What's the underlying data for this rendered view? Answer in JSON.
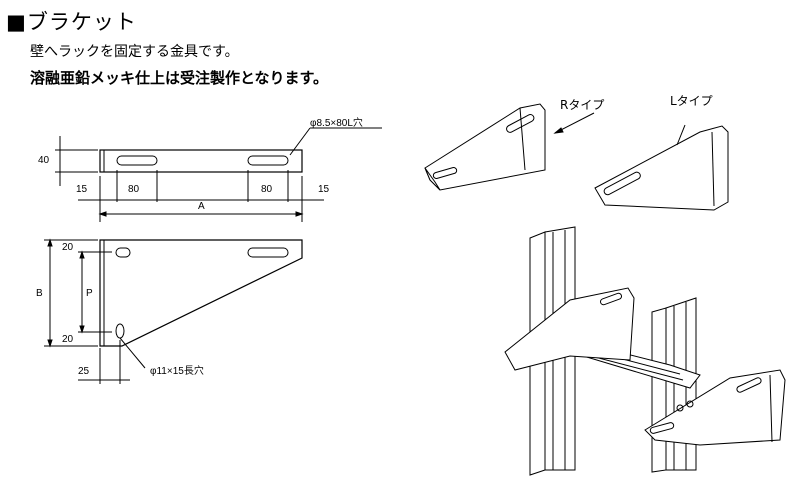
{
  "header": {
    "title": "■ブラケット",
    "description": "壁へラックを固定する金具です。",
    "note": "溶融亜鉛メッキ仕上は受注製作となります。"
  },
  "drawing": {
    "dim_40": "40",
    "dim_15_left": "15",
    "dim_80_left": "80",
    "dim_a": "A",
    "dim_80_right": "80",
    "dim_15_right": "15",
    "dim_hole_top": "φ8.5×80L穴",
    "dim_20_top": "20",
    "dim_b": "B",
    "dim_p": "P",
    "dim_20_bottom": "20",
    "dim_25": "25",
    "dim_hole_bottom": "φ11×15長穴"
  },
  "views": {
    "r_type": "Rタイプ",
    "l_type": "Lタイプ"
  }
}
